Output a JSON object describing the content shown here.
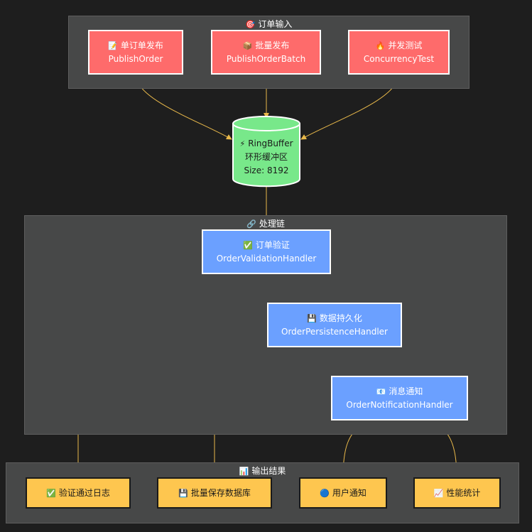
{
  "clusters": {
    "input": {
      "icon": "🎯",
      "title": "订单输入"
    },
    "chain": {
      "icon": "🔗",
      "title": "处理链"
    },
    "output": {
      "icon": "📊",
      "title": "输出结果"
    }
  },
  "nodes": {
    "publish_order": {
      "icon": "📝",
      "line1": "单订单发布",
      "line2": "PublishOrder"
    },
    "publish_batch": {
      "icon": "📦",
      "line1": "批量发布",
      "line2": "PublishOrderBatch"
    },
    "concurrency": {
      "icon": "🔥",
      "line1": "并发测试",
      "line2": "ConcurrencyTest"
    },
    "ringbuffer": {
      "icon": "⚡",
      "line1": "RingBuffer",
      "line2": "环形缓冲区",
      "line3": "Size: 8192"
    },
    "validation": {
      "icon": "✅",
      "line1": "订单验证",
      "line2": "OrderValidationHandler"
    },
    "persistence": {
      "icon": "💾",
      "line1": "数据持久化",
      "line2": "OrderPersistenceHandler"
    },
    "notification": {
      "icon": "📧",
      "line1": "消息通知",
      "line2": "OrderNotificationHandler"
    },
    "out_log": {
      "icon": "✅",
      "label": "验证通过日志"
    },
    "out_db": {
      "icon": "💾",
      "label": "批量保存数据库"
    },
    "out_notify": {
      "icon": "🔵",
      "label": "用户通知"
    },
    "out_stats": {
      "icon": "📈",
      "label": "性能统计"
    }
  },
  "colors": {
    "background": "#1e1e1e",
    "cluster": "#474848",
    "input_node": "#fe6b6b",
    "handler_node": "#6ba0ff",
    "output_node": "#fec64f",
    "ringbuffer": "#78e88a",
    "edge": "#e8b84a"
  }
}
